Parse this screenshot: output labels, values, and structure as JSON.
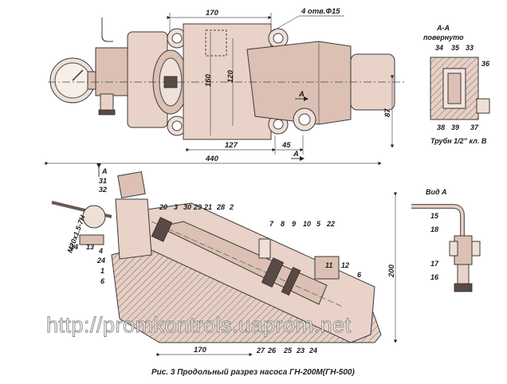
{
  "top_view": {
    "dim_170": "170",
    "holes_note": "4 отв.Ф15",
    "dim_160": "160",
    "dim_120": "120",
    "dim_127": "127",
    "dim_45": "45",
    "dim_87": "87",
    "section_mark_a": "A",
    "section_mark_a2": "A"
  },
  "section_aa": {
    "title": "A-A",
    "subtitle": "повернуто",
    "labels_top": [
      "34",
      "35",
      "33"
    ],
    "label_right": "36",
    "labels_bottom": [
      "38",
      "39",
      "37"
    ],
    "pipe_note": "Трубн 1/2\" кл. В"
  },
  "main_section": {
    "dim_440": "440",
    "dim_200": "200",
    "dim_170": "170",
    "arrow_a": "A",
    "thread_note": "M20x1.5-7H",
    "labels": {
      "l31": "31",
      "l32": "32",
      "l20": "20",
      "l3": "3",
      "l30": "30",
      "l29": "29",
      "l21": "21",
      "l28": "28",
      "l2": "2",
      "l7": "7",
      "l8": "8",
      "l9": "9",
      "l10": "10",
      "l5": "5",
      "l22": "22",
      "l11": "11",
      "l12": "12",
      "l6": "6",
      "l14": "14",
      "l13": "13",
      "l4": "4",
      "l24": "24",
      "l1": "1",
      "l6b": "6",
      "l27": "27",
      "l26": "26",
      "l25": "25",
      "l23": "23",
      "l24b": "24"
    }
  },
  "view_a": {
    "title": "Вид A",
    "labels": [
      "15",
      "18",
      "17",
      "16"
    ]
  },
  "caption": "Рис. 3 Продольный разрез насоса ГН-200М(ГН-500)",
  "watermark": "http://promkontrols.uaprom.net"
}
